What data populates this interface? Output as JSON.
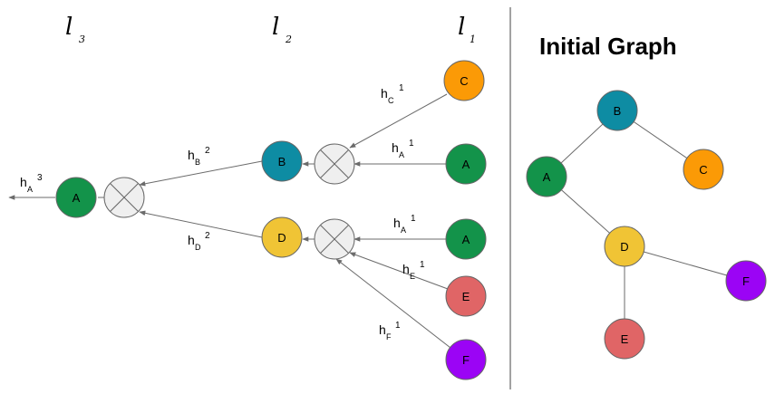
{
  "layers": [
    {
      "id": "l3",
      "text": "l",
      "sub": "3"
    },
    {
      "id": "l2",
      "text": "l",
      "sub": "2"
    },
    {
      "id": "l1",
      "text": "l",
      "sub": "1"
    }
  ],
  "title": "Initial Graph",
  "colors": {
    "A": "#13934a",
    "B": "#0e8ca3",
    "C": "#fb9a06",
    "D": "#f0c435",
    "E": "#e06566",
    "F": "#9b04f5",
    "aggregator": "#efefef",
    "edge": "#6b6b6b"
  },
  "computation_nodes": [
    {
      "id": "c1-C",
      "label": "C"
    },
    {
      "id": "c1-A1",
      "label": "A"
    },
    {
      "id": "c1-A2",
      "label": "A"
    },
    {
      "id": "c1-E",
      "label": "E"
    },
    {
      "id": "c1-F",
      "label": "F"
    },
    {
      "id": "c2-B",
      "label": "B"
    },
    {
      "id": "c2-D",
      "label": "D"
    },
    {
      "id": "c3-A",
      "label": "A"
    }
  ],
  "messages": [
    {
      "id": "hC1",
      "base": "h",
      "sub": "C",
      "sup": "1"
    },
    {
      "id": "hA1a",
      "base": "h",
      "sub": "A",
      "sup": "1"
    },
    {
      "id": "hA1b",
      "base": "h",
      "sub": "A",
      "sup": "1"
    },
    {
      "id": "hE1",
      "base": "h",
      "sub": "E",
      "sup": "1"
    },
    {
      "id": "hF1",
      "base": "h",
      "sub": "F",
      "sup": "1"
    },
    {
      "id": "hB2",
      "base": "h",
      "sub": "B",
      "sup": "2"
    },
    {
      "id": "hD2",
      "base": "h",
      "sub": "D",
      "sup": "2"
    },
    {
      "id": "hA3",
      "base": "h",
      "sub": "A",
      "sup": "3"
    }
  ],
  "graph_nodes": [
    {
      "id": "gA",
      "label": "A"
    },
    {
      "id": "gB",
      "label": "B"
    },
    {
      "id": "gC",
      "label": "C"
    },
    {
      "id": "gD",
      "label": "D"
    },
    {
      "id": "gE",
      "label": "E"
    },
    {
      "id": "gF",
      "label": "F"
    }
  ],
  "graph_edges": [
    [
      "A",
      "B"
    ],
    [
      "B",
      "C"
    ],
    [
      "A",
      "D"
    ],
    [
      "D",
      "E"
    ],
    [
      "D",
      "F"
    ]
  ]
}
